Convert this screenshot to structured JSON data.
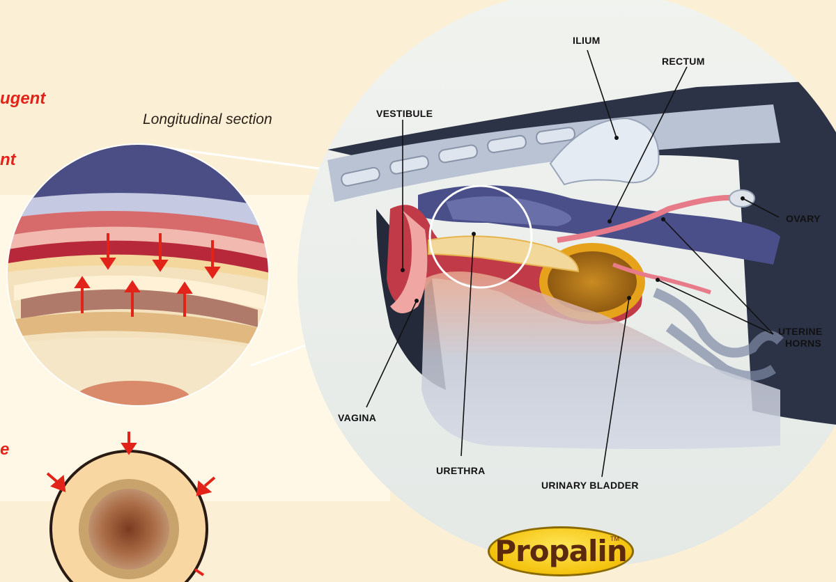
{
  "left_text": {
    "line1": "ugent",
    "line2": "nt",
    "line3": "e"
  },
  "section_title": "Longitudinal section",
  "labels": {
    "ilium": "ILIUM",
    "rectum": "RECTUM",
    "vestibule": "VESTIBULE",
    "ovary": "OVARY",
    "uterine_horns_1": "UTERINE",
    "uterine_horns_2": "HORNS",
    "vagina": "VAGINA",
    "urethra": "URETHRA",
    "urinary_bladder": "URINARY BLADDER"
  },
  "logo": {
    "text": "Propalin",
    "tm": "TM"
  },
  "colors": {
    "background": "#fbf0d5",
    "accent_red": "#e2231a",
    "logo_yellow": "#f4c20d",
    "logo_brown": "#5b2a0e"
  }
}
